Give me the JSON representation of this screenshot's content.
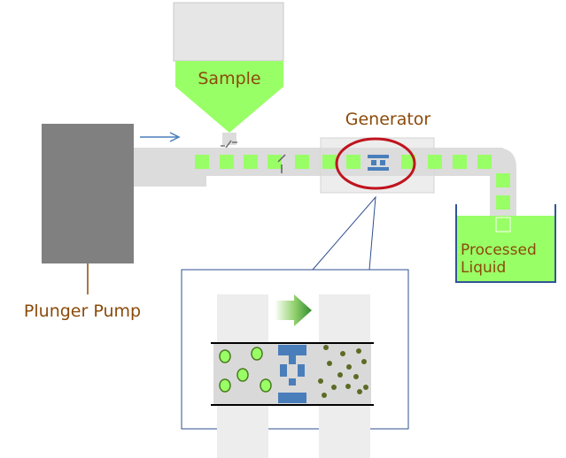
{
  "labels": {
    "sample": "Sample",
    "generator": "Generator",
    "plunger_pump": "Plunger Pump",
    "processed_line1": "Processed",
    "processed_line2": "Liquid"
  },
  "colors": {
    "green": "#99FF66",
    "dark_green": "#5C6B24",
    "label_brown": "#8B4A0A",
    "pipe_gray": "#DCDCDC",
    "hopper_gray": "#E6E6E6",
    "pump_gray": "#808080",
    "accent_blue": "#4A7EBB",
    "highlight_red": "#C0141E",
    "container_blue": "#2F5597"
  },
  "icons": [
    "flow-arrow-icon",
    "generator-icon",
    "valve-icon",
    "green-gradient-arrow-icon"
  ]
}
